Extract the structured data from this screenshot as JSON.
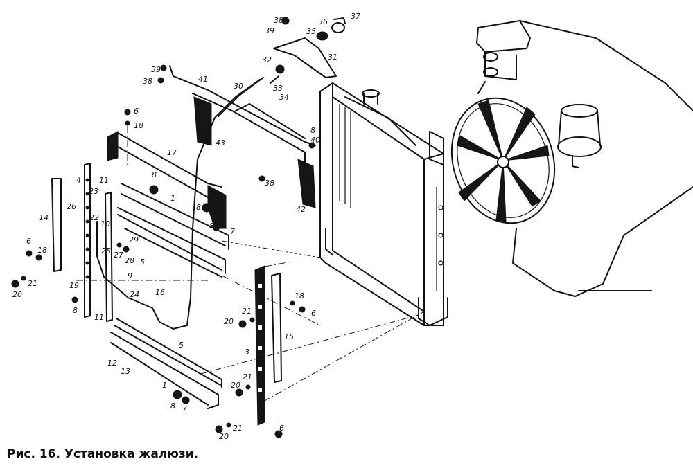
{
  "caption": "Рис. 16. Установка жалюзи.",
  "callouts": [
    "1",
    "1",
    "3",
    "4",
    "5",
    "5",
    "6",
    "6",
    "6",
    "6",
    "7",
    "7",
    "8",
    "8",
    "8",
    "8",
    "8",
    "8",
    "9",
    "10",
    "11",
    "11",
    "12",
    "13",
    "14",
    "15",
    "16",
    "17",
    "18",
    "18",
    "18",
    "19",
    "20",
    "20",
    "20",
    "20",
    "21",
    "21",
    "21",
    "21",
    "22",
    "23",
    "24",
    "25",
    "26",
    "27",
    "28",
    "29",
    "30",
    "31",
    "32",
    "33",
    "34",
    "35",
    "36",
    "37",
    "38",
    "38",
    "38",
    "39",
    "39",
    "40",
    "41",
    "42",
    "43"
  ]
}
